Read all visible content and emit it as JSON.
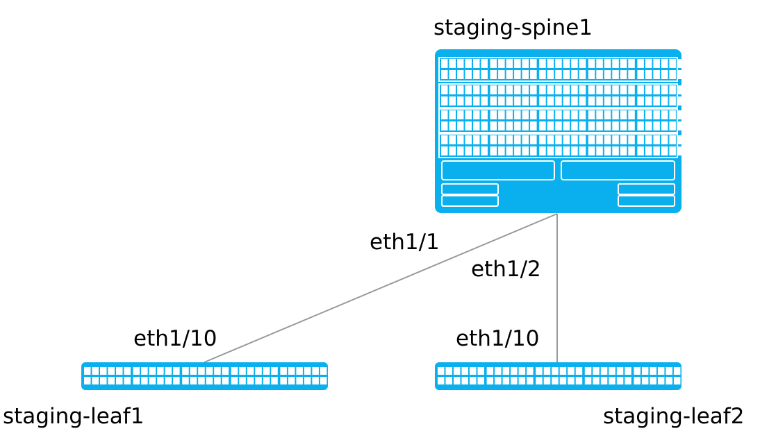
{
  "colors": {
    "device": "#0ab0ee",
    "link": "#999999",
    "text": "#000000",
    "cell": "#ffffff"
  },
  "devices": {
    "spine": {
      "name": "staging-spine1",
      "icon": "switch-chassis-icon"
    },
    "leaf1": {
      "name": "staging-leaf1",
      "icon": "switch-icon"
    },
    "leaf2": {
      "name": "staging-leaf2",
      "icon": "switch-icon"
    }
  },
  "links": [
    {
      "from": "spine",
      "from_port": "eth1/1",
      "to": "leaf1",
      "to_port": "eth1/10"
    },
    {
      "from": "spine",
      "from_port": "eth1/2",
      "to": "leaf2",
      "to_port": "eth1/10"
    }
  ]
}
